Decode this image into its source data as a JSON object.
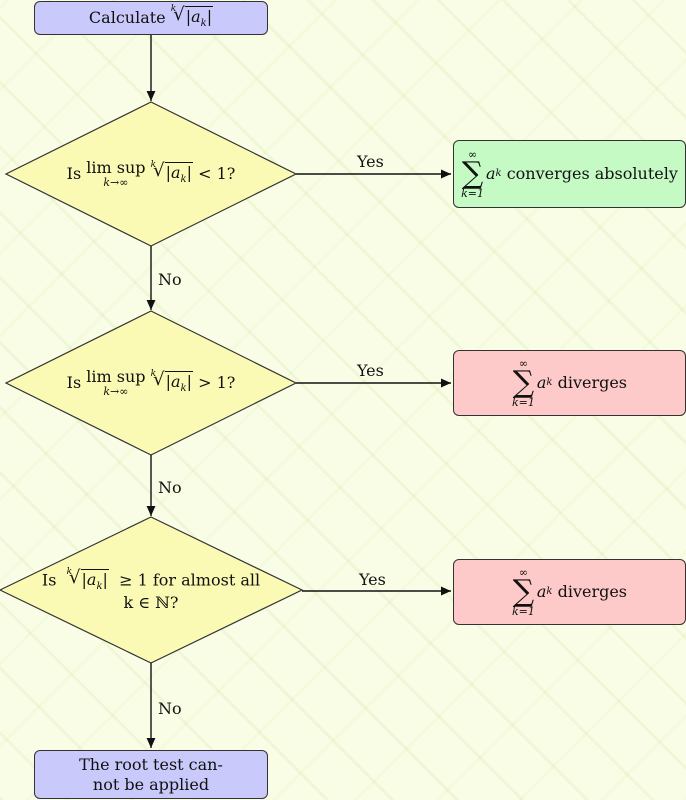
{
  "colors": {
    "process": "#c9c9fb",
    "decision": "#fafab4",
    "converges": "#c5fac5",
    "diverges": "#fdc9c9",
    "stroke": "#333333"
  },
  "start": {
    "text": "Calculate",
    "root_index": "k",
    "root_body": "|a",
    "root_sub": "k",
    "root_close": "|"
  },
  "decision1": {
    "pre": "Is",
    "operator": "lim sup",
    "operator_sub": "k→∞",
    "root_index": "k",
    "root_body": "|a",
    "root_sub": "k",
    "root_close": "|",
    "post": "< 1?"
  },
  "decision2": {
    "pre": "Is",
    "operator": "lim sup",
    "operator_sub": "k→∞",
    "root_index": "k",
    "root_body": "|a",
    "root_sub": "k",
    "root_close": "|",
    "post": "> 1?"
  },
  "decision3": {
    "pre": "Is",
    "root_index": "k",
    "root_body": "|a",
    "root_sub": "k",
    "root_close": "|",
    "line1_post": "≥ 1 for almost all",
    "line2": "k ∈ ℕ?"
  },
  "result1": {
    "sum_top": "∞",
    "sum_sign": "∑",
    "sum_bottom": "k=1",
    "term": "a",
    "term_sub": "k",
    "text": "converges absolutely"
  },
  "result2": {
    "sum_top": "∞",
    "sum_sign": "∑",
    "sum_bottom": "k=1",
    "term": "a",
    "term_sub": "k",
    "text": "diverges"
  },
  "result3": {
    "sum_top": "∞",
    "sum_sign": "∑",
    "sum_bottom": "k=1",
    "term": "a",
    "term_sub": "k",
    "text": "diverges"
  },
  "end": {
    "line1": "The root test can-",
    "line2": "not be applied"
  },
  "edges": {
    "yes1": "Yes",
    "yes2": "Yes",
    "yes3": "Yes",
    "no1": "No",
    "no2": "No",
    "no3": "No"
  }
}
